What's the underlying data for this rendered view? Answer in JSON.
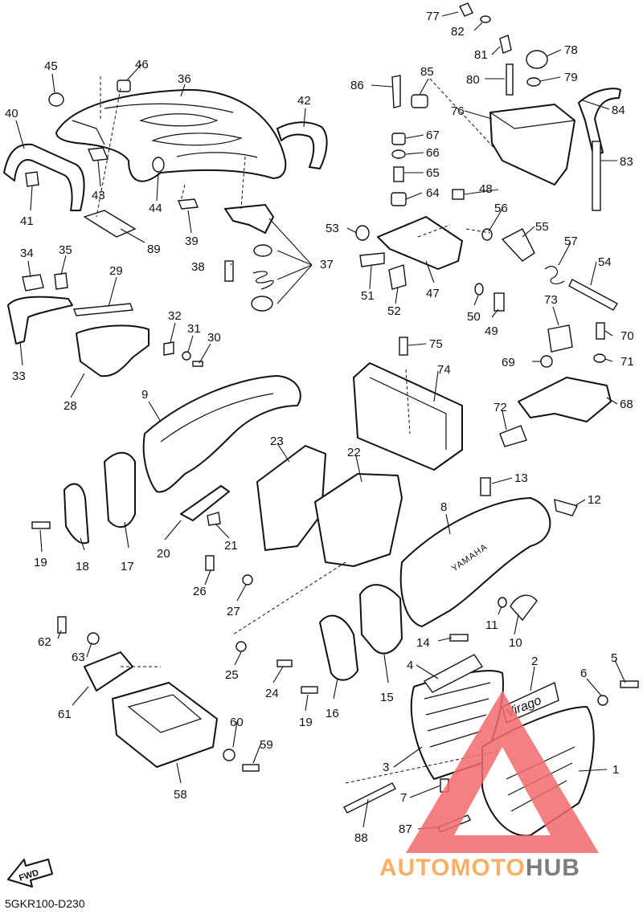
{
  "diagram": {
    "code": "5GKR100-D230",
    "fwd_label": "FWD",
    "brand_text": "YAMAHA",
    "badge_text": "Virago",
    "watermark": {
      "part1": "AUTOMOTO",
      "part2": "HUB",
      "color1": "#f5a24b",
      "color2": "#666666",
      "triangle_color": "#f26b6b"
    }
  },
  "callouts": [
    {
      "id": "c1",
      "text": "1"
    },
    {
      "id": "c2",
      "text": "2"
    },
    {
      "id": "c3",
      "text": "3"
    },
    {
      "id": "c4",
      "text": "4"
    },
    {
      "id": "c5",
      "text": "5"
    },
    {
      "id": "c6",
      "text": "6"
    },
    {
      "id": "c7",
      "text": "7"
    },
    {
      "id": "c8",
      "text": "8"
    },
    {
      "id": "c9",
      "text": "9"
    },
    {
      "id": "c10",
      "text": "10"
    },
    {
      "id": "c11",
      "text": "11"
    },
    {
      "id": "c12",
      "text": "12"
    },
    {
      "id": "c13",
      "text": "13"
    },
    {
      "id": "c14",
      "text": "14"
    },
    {
      "id": "c15",
      "text": "15"
    },
    {
      "id": "c16",
      "text": "16"
    },
    {
      "id": "c17",
      "text": "17"
    },
    {
      "id": "c18",
      "text": "18"
    },
    {
      "id": "c19a",
      "text": "19"
    },
    {
      "id": "c19b",
      "text": "19"
    },
    {
      "id": "c20",
      "text": "20"
    },
    {
      "id": "c21",
      "text": "21"
    },
    {
      "id": "c22",
      "text": "22"
    },
    {
      "id": "c23",
      "text": "23"
    },
    {
      "id": "c24",
      "text": "24"
    },
    {
      "id": "c25",
      "text": "25"
    },
    {
      "id": "c26",
      "text": "26"
    },
    {
      "id": "c27",
      "text": "27"
    },
    {
      "id": "c28",
      "text": "28"
    },
    {
      "id": "c29",
      "text": "29"
    },
    {
      "id": "c30",
      "text": "30"
    },
    {
      "id": "c31",
      "text": "31"
    },
    {
      "id": "c32",
      "text": "32"
    },
    {
      "id": "c33",
      "text": "33"
    },
    {
      "id": "c34",
      "text": "34"
    },
    {
      "id": "c35",
      "text": "35"
    },
    {
      "id": "c36",
      "text": "36"
    },
    {
      "id": "c37",
      "text": "37"
    },
    {
      "id": "c38",
      "text": "38"
    },
    {
      "id": "c39",
      "text": "39"
    },
    {
      "id": "c40",
      "text": "40"
    },
    {
      "id": "c41",
      "text": "41"
    },
    {
      "id": "c42",
      "text": "42"
    },
    {
      "id": "c43",
      "text": "43"
    },
    {
      "id": "c44",
      "text": "44"
    },
    {
      "id": "c45",
      "text": "45"
    },
    {
      "id": "c46",
      "text": "46"
    },
    {
      "id": "c47",
      "text": "47"
    },
    {
      "id": "c48",
      "text": "48"
    },
    {
      "id": "c49",
      "text": "49"
    },
    {
      "id": "c50",
      "text": "50"
    },
    {
      "id": "c51",
      "text": "51"
    },
    {
      "id": "c52",
      "text": "52"
    },
    {
      "id": "c53",
      "text": "53"
    },
    {
      "id": "c54",
      "text": "54"
    },
    {
      "id": "c55",
      "text": "55"
    },
    {
      "id": "c56",
      "text": "56"
    },
    {
      "id": "c57",
      "text": "57"
    },
    {
      "id": "c58",
      "text": "58"
    },
    {
      "id": "c59",
      "text": "59"
    },
    {
      "id": "c60",
      "text": "60"
    },
    {
      "id": "c61",
      "text": "61"
    },
    {
      "id": "c62",
      "text": "62"
    },
    {
      "id": "c63",
      "text": "63"
    },
    {
      "id": "c64",
      "text": "64"
    },
    {
      "id": "c65",
      "text": "65"
    },
    {
      "id": "c66",
      "text": "66"
    },
    {
      "id": "c67",
      "text": "67"
    },
    {
      "id": "c68",
      "text": "68"
    },
    {
      "id": "c69",
      "text": "69"
    },
    {
      "id": "c70",
      "text": "70"
    },
    {
      "id": "c71",
      "text": "71"
    },
    {
      "id": "c72",
      "text": "72"
    },
    {
      "id": "c73",
      "text": "73"
    },
    {
      "id": "c74",
      "text": "74"
    },
    {
      "id": "c75",
      "text": "75"
    },
    {
      "id": "c76",
      "text": "76"
    },
    {
      "id": "c77",
      "text": "77"
    },
    {
      "id": "c78",
      "text": "78"
    },
    {
      "id": "c79",
      "text": "79"
    },
    {
      "id": "c80",
      "text": "80"
    },
    {
      "id": "c81",
      "text": "81"
    },
    {
      "id": "c82",
      "text": "82"
    },
    {
      "id": "c83",
      "text": "83"
    },
    {
      "id": "c84",
      "text": "84"
    },
    {
      "id": "c85",
      "text": "85"
    },
    {
      "id": "c86",
      "text": "86"
    },
    {
      "id": "c87",
      "text": "87"
    },
    {
      "id": "c88",
      "text": "88"
    },
    {
      "id": "c89",
      "text": "89"
    }
  ]
}
